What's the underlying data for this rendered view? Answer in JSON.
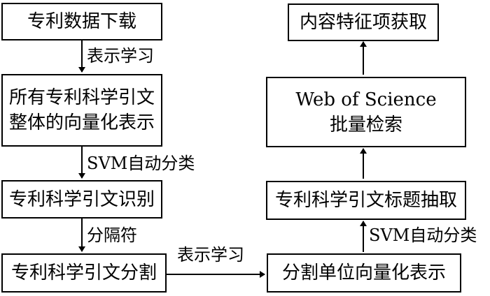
{
  "nodes": {
    "download": "专利数据下载",
    "vectorize_all": [
      "所有专利科学引文",
      "整体的向量化表示"
    ],
    "identify": "专利科学引文识别",
    "split": "专利科学引文分割",
    "unit_vector": "分割单位向量化表示",
    "title_extract": "专利科学引文标题抽取",
    "wos_batch": [
      "Web of Science",
      "批量检索"
    ],
    "feature_get": "内容特征项获取"
  },
  "edges": {
    "download_to_vectorize": "表示学习",
    "vectorize_to_identify": "SVM自动分类",
    "identify_to_split": "分隔符",
    "split_to_unit": "表示学习",
    "unit_to_title": "SVM自动分类"
  }
}
